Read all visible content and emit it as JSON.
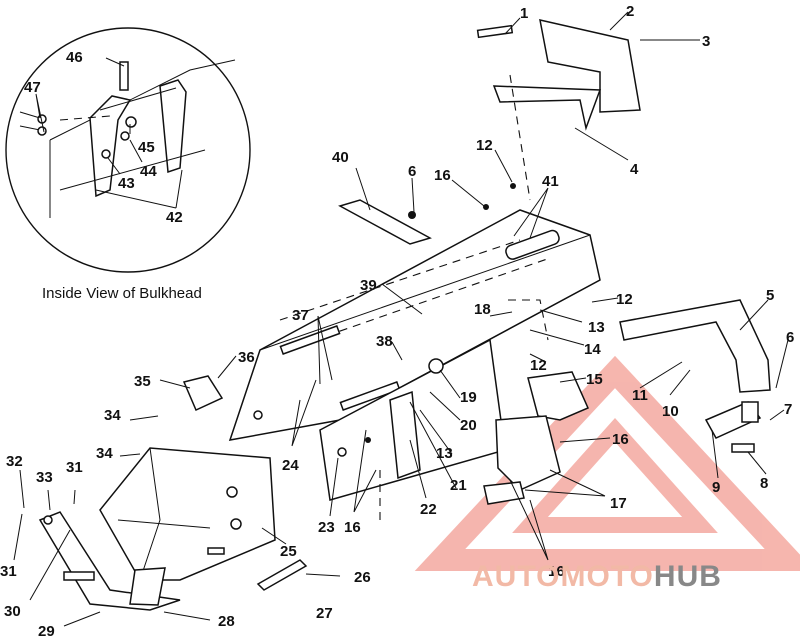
{
  "diagram": {
    "caption": "Inside View of Bulkhead",
    "callouts": [
      "1",
      "2",
      "3",
      "4",
      "5",
      "6",
      "6",
      "7",
      "8",
      "9",
      "10",
      "11",
      "12",
      "12",
      "12",
      "13",
      "13",
      "14",
      "15",
      "16",
      "16",
      "16",
      "16",
      "17",
      "18",
      "19",
      "20",
      "21",
      "22",
      "23",
      "24",
      "25",
      "26",
      "27",
      "28",
      "29",
      "30",
      "31",
      "31",
      "32",
      "33",
      "34",
      "34",
      "35",
      "36",
      "37",
      "38",
      "39",
      "40",
      "41",
      "42",
      "43",
      "44",
      "45",
      "46",
      "47"
    ]
  },
  "watermark": {
    "part1": "AUTO",
    "part2": "MOTO",
    "part3": "HUB",
    "colors": {
      "light": "#f2b9a6",
      "dark": "#888888",
      "triangle": "#f4a9a0"
    }
  }
}
